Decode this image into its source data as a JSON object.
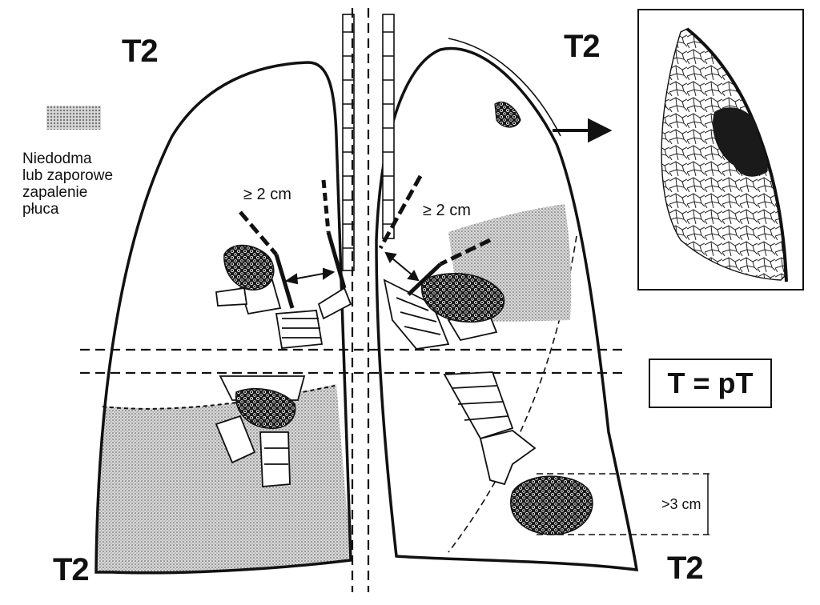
{
  "labels": {
    "t2_top_left": "T2",
    "t2_top_right": "T2",
    "t2_bottom_left": "T2",
    "t2_bottom_right": "T2"
  },
  "legend": {
    "lines": [
      "Niedodma",
      "lub zaporowe",
      "zapalenie",
      "płuca"
    ]
  },
  "measurements": {
    "left_distance": "≥ 2 cm",
    "right_distance": "≥ 2 cm",
    "tumor_size": ">3 cm"
  },
  "formula": "T = pT",
  "colors": {
    "stroke": "#111111",
    "shading": "#d4d4d4",
    "tumor": "#1a1a1a"
  }
}
